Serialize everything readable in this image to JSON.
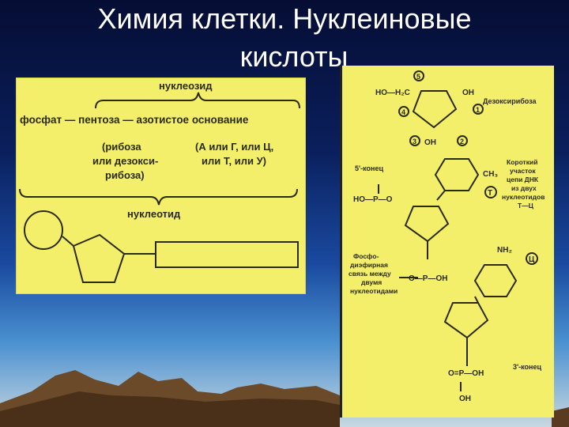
{
  "slide": {
    "title_line1": "Химия клетки. Нуклеиновые",
    "title_line2": "кислоты"
  },
  "left_diagram": {
    "nucleoside_label": "нуклеозид",
    "formula": "фосфат — пентоза — азотистое основание",
    "pentose_1": "(рибоза",
    "pentose_2": "или дезокси-",
    "pentose_3": "рибоза)",
    "base_1": "(А или Г, или Ц,",
    "base_2": "или Т, или У)",
    "nucleotide_label": "нуклеотид"
  },
  "right_diagram": {
    "deoxyribose_label": "Дезоксирибоза",
    "five_prime": "5'-конец",
    "three_prime": "3'-конец",
    "short_section_1": "Короткий",
    "short_section_2": "участок",
    "short_section_3": "цепи ДНК",
    "short_section_4": "из двух",
    "short_section_5": "нуклеотидов",
    "short_section_6": "Т—Ц",
    "bond_1": "Фосфо-",
    "bond_2": "диэфирная",
    "bond_3": "связь между",
    "bond_4": "двумя",
    "bond_5": "нуклеотидами",
    "base_t": "Т",
    "base_c": "Ц",
    "ch3": "CH₃",
    "nh2": "NH₂",
    "sugar_top_ho": "HO—H₂C",
    "sugar_top_oh": "OH",
    "sugar_top_bottom_oh": "OH",
    "num_1": "1",
    "num_2": "2",
    "num_3": "3",
    "num_4": "4",
    "num_5": "5"
  }
}
